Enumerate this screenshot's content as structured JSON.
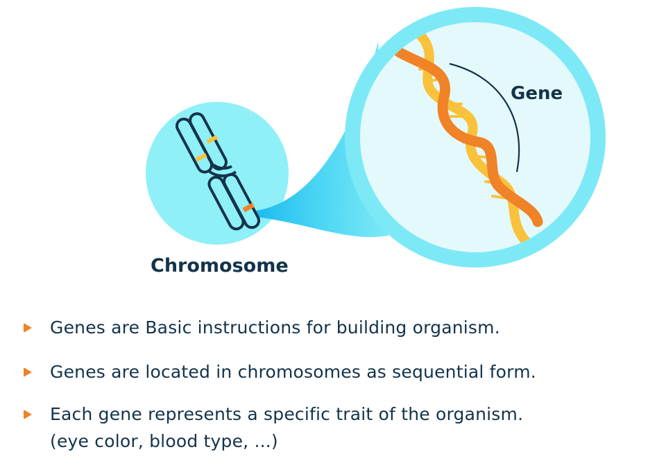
{
  "labels": {
    "chromosome": "Chromosome",
    "gene": "Gene"
  },
  "bullets": [
    {
      "text": "Genes are Basic instructions for building organism."
    },
    {
      "text": "Genes are located in chromosomes as sequential form."
    },
    {
      "text": "Each gene represents a specific trait of the organism.",
      "sub": "(eye color, blood type, ...)"
    }
  ],
  "colors": {
    "circle_small": "#8ff0f7",
    "circle_big_ring": "#7de9f6",
    "circle_big_inner": "#e4f9fb",
    "dna_orange": "#f08228",
    "dna_yellow": "#f9c23c",
    "outline": "#13334a",
    "bullet": "#f08228"
  }
}
